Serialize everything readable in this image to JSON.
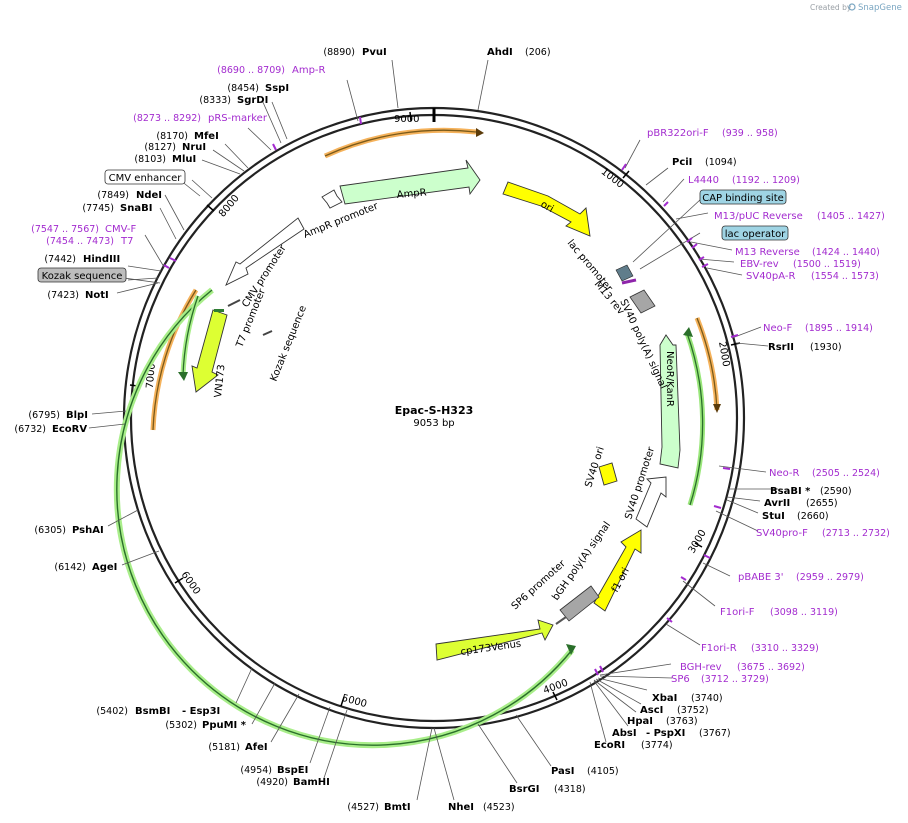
{
  "credit": {
    "prefix": "Created by",
    "brand": "SnapGene"
  },
  "plasmid": {
    "name": "Epac-S-H323",
    "size": "9053 bp"
  },
  "ticks": [
    "1000",
    "2000",
    "3000",
    "4000",
    "5000",
    "6000",
    "7000",
    "8000",
    "9000"
  ],
  "sites": [
    {
      "name": "PvuI",
      "pos": "(8890)"
    },
    {
      "name": "AhdI",
      "pos": "(206)"
    },
    {
      "name": "PciI",
      "pos": "(1094)"
    },
    {
      "name": "RsrII",
      "pos": "(1930)"
    },
    {
      "name": "BsaBI *",
      "pos": "(2590)"
    },
    {
      "name": "AvrII",
      "pos": "(2655)"
    },
    {
      "name": "StuI",
      "pos": "(2660)"
    },
    {
      "name": "XbaI",
      "pos": "(3740)"
    },
    {
      "name": "AscI",
      "pos": "(3752)"
    },
    {
      "name": "HpaI",
      "pos": "(3763)"
    },
    {
      "name": "AbsI",
      "extra": "- PspXI",
      "pos": "(3767)"
    },
    {
      "name": "EcoRI",
      "pos": "(3774)"
    },
    {
      "name": "PasI",
      "pos": "(4105)"
    },
    {
      "name": "BsrGI",
      "pos": "(4318)"
    },
    {
      "name": "NheI",
      "pos": "(4523)"
    },
    {
      "name": "BmtI",
      "pos": "(4527)"
    },
    {
      "name": "BamHI",
      "pos": "(4920)"
    },
    {
      "name": "BspEI",
      "pos": "(4954)"
    },
    {
      "name": "AfeI",
      "pos": "(5181)"
    },
    {
      "name": "PpuMI *",
      "pos": "(5302)"
    },
    {
      "name": "BsmBI",
      "extra": "- Esp3I",
      "pos": "(5402)"
    },
    {
      "name": "AgeI",
      "pos": "(6142)"
    },
    {
      "name": "PshAI",
      "pos": "(6305)"
    },
    {
      "name": "EcoRV",
      "pos": "(6732)"
    },
    {
      "name": "BlpI",
      "pos": "(6795)"
    },
    {
      "name": "NotI",
      "pos": "(7423)"
    },
    {
      "name": "HindIII",
      "pos": "(7442)"
    },
    {
      "name": "SnaBI",
      "pos": "(7745)"
    },
    {
      "name": "NdeI",
      "pos": "(7849)"
    },
    {
      "name": "MluI",
      "pos": "(8103)"
    },
    {
      "name": "NruI",
      "pos": "(8127)"
    },
    {
      "name": "MfeI",
      "pos": "(8170)"
    },
    {
      "name": "SgrDI",
      "pos": "(8333)"
    },
    {
      "name": "SspI",
      "pos": "(8454)"
    }
  ],
  "primers": [
    {
      "name": "Amp-R",
      "range": "(8690 .. 8709)"
    },
    {
      "name": "pRS-marker",
      "range": "(8273 .. 8292)"
    },
    {
      "name": "pBR322ori-F",
      "range": "(939 .. 958)"
    },
    {
      "name": "L4440",
      "range": "(1192 .. 1209)"
    },
    {
      "name": "M13/pUC Reverse",
      "range": "(1405 .. 1427)"
    },
    {
      "name": "M13 Reverse",
      "range": "(1424 .. 1440)"
    },
    {
      "name": "EBV-rev",
      "range": "(1500 .. 1519)"
    },
    {
      "name": "SV40pA-R",
      "range": "(1554 .. 1573)"
    },
    {
      "name": "Neo-F",
      "range": "(1895 .. 1914)"
    },
    {
      "name": "Neo-R",
      "range": "(2505 .. 2524)"
    },
    {
      "name": "SV40pro-F",
      "range": "(2713 .. 2732)"
    },
    {
      "name": "pBABE 3'",
      "range": "(2959 .. 2979)"
    },
    {
      "name": "F1ori-F",
      "range": "(3098 .. 3119)"
    },
    {
      "name": "F1ori-R",
      "range": "(3310 .. 3329)"
    },
    {
      "name": "BGH-rev",
      "range": "(3675 .. 3692)"
    },
    {
      "name": "SP6",
      "range": "(3712 .. 3729)"
    },
    {
      "name": "CMV-F",
      "range": "(7547 .. 7567)"
    },
    {
      "name": "T7",
      "range": "(7454 .. 7473)"
    }
  ],
  "boxed": [
    "CAP binding site",
    "lac operator",
    "CMV enhancer",
    "Kozak sequence"
  ],
  "features": [
    "AmpR promoter",
    "AmpR",
    "ori",
    "lac promoter",
    "M13 rev",
    "SV40 poly(A) signal",
    "NeoR/KanR",
    "SV40 ori",
    "SV40 promoter",
    "f1 ori",
    "bGH poly(A) signal",
    "SP6 promoter",
    "cp173Venus",
    "VN173",
    "CMV promoter",
    "T7 promoter",
    "Kozak sequence"
  ],
  "colors": {
    "backbone": "#222222",
    "primer": "#a32ccf",
    "ori": "#ffff00",
    "resistance": "#ccffcc",
    "cds": "#ddff33",
    "orf": "#f5b25b",
    "polyA": "#999999",
    "cap": "#9fd4e4"
  }
}
